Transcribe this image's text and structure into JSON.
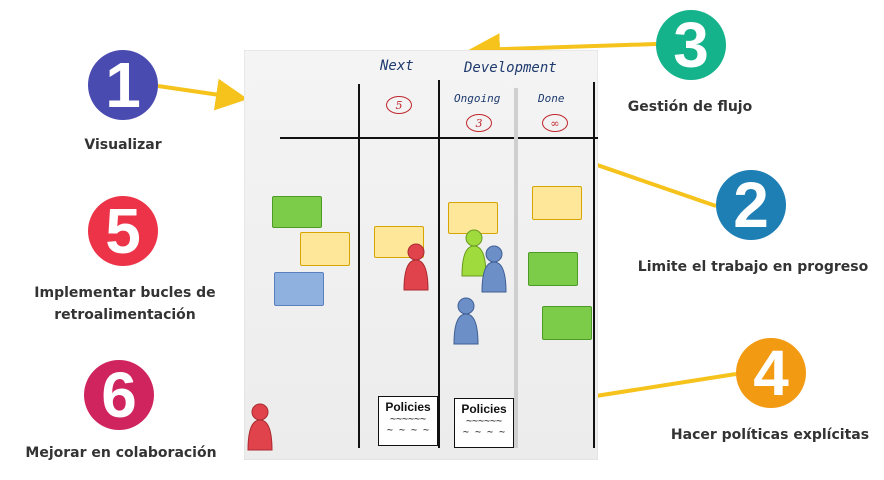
{
  "board": {
    "col_next": "Next",
    "col_development": "Development",
    "col_ongoing": "Ongoing",
    "col_done": "Done",
    "wip_next": "5",
    "wip_ongoing": "3",
    "wip_done": "∞",
    "policy_title": "Policies",
    "policy_line1": "~~~~~~",
    "policy_line2": "~ ~ ~ ~"
  },
  "principles": [
    {
      "number": "1",
      "label": "Visualizar",
      "color": "#4a4bb0"
    },
    {
      "number": "2",
      "label": "Limite el trabajo en progreso",
      "color": "#1e7fb5"
    },
    {
      "number": "3",
      "label": "Gestión de flujo",
      "color": "#15b38b"
    },
    {
      "number": "4",
      "label": "Hacer políticas explícitas",
      "color": "#f29a12"
    },
    {
      "number": "5",
      "label": "Implementar bucles de retroalimentación",
      "color": "#ec3348"
    },
    {
      "number": "6",
      "label": "Mejorar en colaboración",
      "color": "#d0245f"
    }
  ],
  "colors": {
    "arrow": "#f5c31b",
    "sticky_yellow": "#ffe79a",
    "sticky_green": "#7ccc4a",
    "sticky_blue": "#8fb1df",
    "figure_red": "#e0434c",
    "figure_green": "#9fdb3c",
    "figure_blue": "#6c8fc8"
  }
}
